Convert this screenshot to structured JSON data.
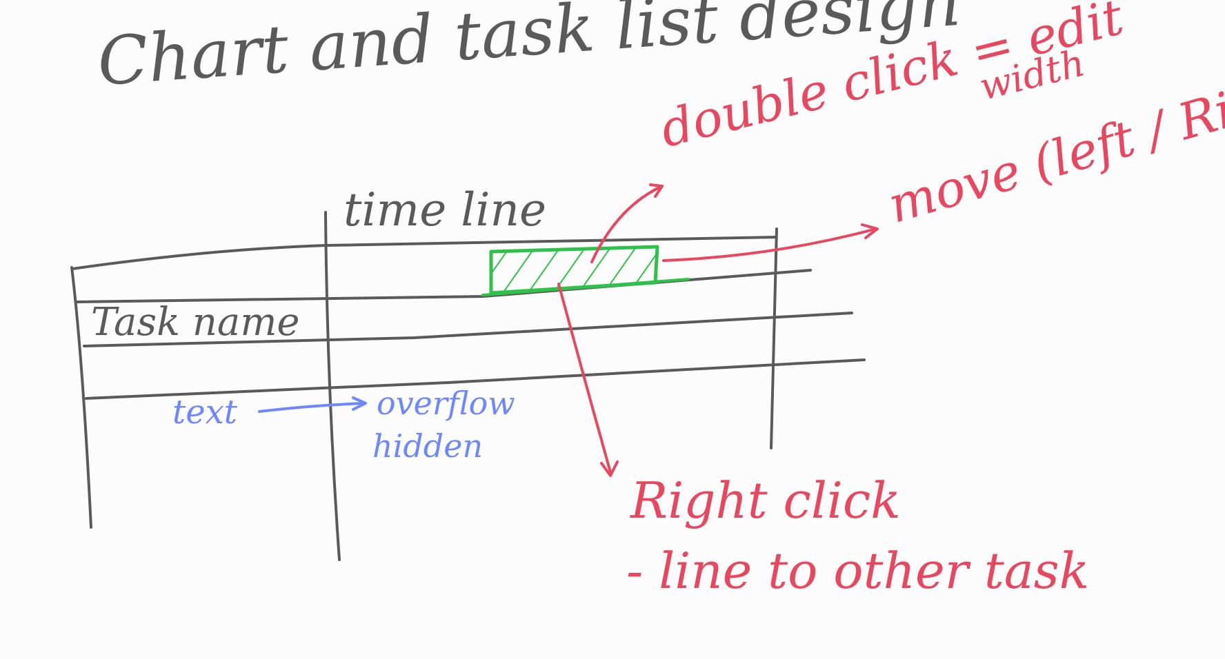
{
  "title": "Chart and task list design",
  "columns": {
    "timeline": "time line",
    "task_name": "Task name"
  },
  "notes": {
    "text": "text",
    "overflow": "overflow",
    "hidden": "hidden"
  },
  "annotations": {
    "double_click": "double click = edit",
    "width": "width",
    "move": "move (left / Right)",
    "right_click": "Right click",
    "link": "- line to other task"
  },
  "colors": {
    "ink": "#5a5a5a",
    "annotation": "#e8475f",
    "note": "#6e87ff",
    "task_bar": "#2fc24a"
  }
}
